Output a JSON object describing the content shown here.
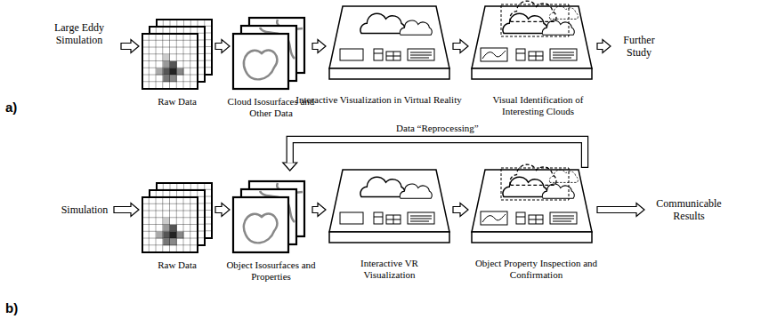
{
  "diagram": {
    "nodes": [
      {
        "text": [
          "Large Eddy Simulation"
        ]
      },
      {
        "text": [
          "Raw Data"
        ]
      },
      {
        "text": [
          "Cloud Isosurfaces and Other Data"
        ]
      },
      {
        "text": [
          "Interactive Visualization in Virtual Reality"
        ]
      },
      {
        "text": [
          "Visual Identification of Interesting Clouds"
        ]
      },
      {
        "text": [
          "Further Study"
        ]
      },
      {
        "text": [
          "Simulation"
        ]
      },
      {
        "text": [
          "Raw Data"
        ]
      },
      {
        "text": [
          "Object Isosurfaces and Properties"
        ]
      },
      {
        "text": [
          "Interactive VR Visualization"
        ]
      },
      {
        "text": [
          "Object Property Inspection and Confirmation"
        ]
      },
      {
        "text": [
          "Communicable Results"
        ]
      }
    ],
    "edges": [
      {
        "from": 0,
        "to": 1,
        "arrow": "to"
      },
      {
        "from": 1,
        "to": 2,
        "arrow": "to"
      },
      {
        "from": 2,
        "to": 3,
        "arrow": "to"
      },
      {
        "from": 3,
        "to": 4,
        "arrow": "to"
      },
      {
        "from": 4,
        "to": 5,
        "arrow": "to"
      },
      {
        "from": 6,
        "to": 7,
        "arrow": "to"
      },
      {
        "from": 7,
        "to": 8,
        "arrow": "to"
      },
      {
        "from": 8,
        "to": 9,
        "arrow": "to"
      },
      {
        "from": 9,
        "to": 10,
        "arrow": "to"
      },
      {
        "from": 10,
        "to": 11,
        "arrow": "to"
      },
      {
        "from": 10,
        "to": 8,
        "label": "Data “Reprocessing”",
        "arrow": "to"
      }
    ],
    "labels": [
      "a)",
      "b)"
    ]
  }
}
